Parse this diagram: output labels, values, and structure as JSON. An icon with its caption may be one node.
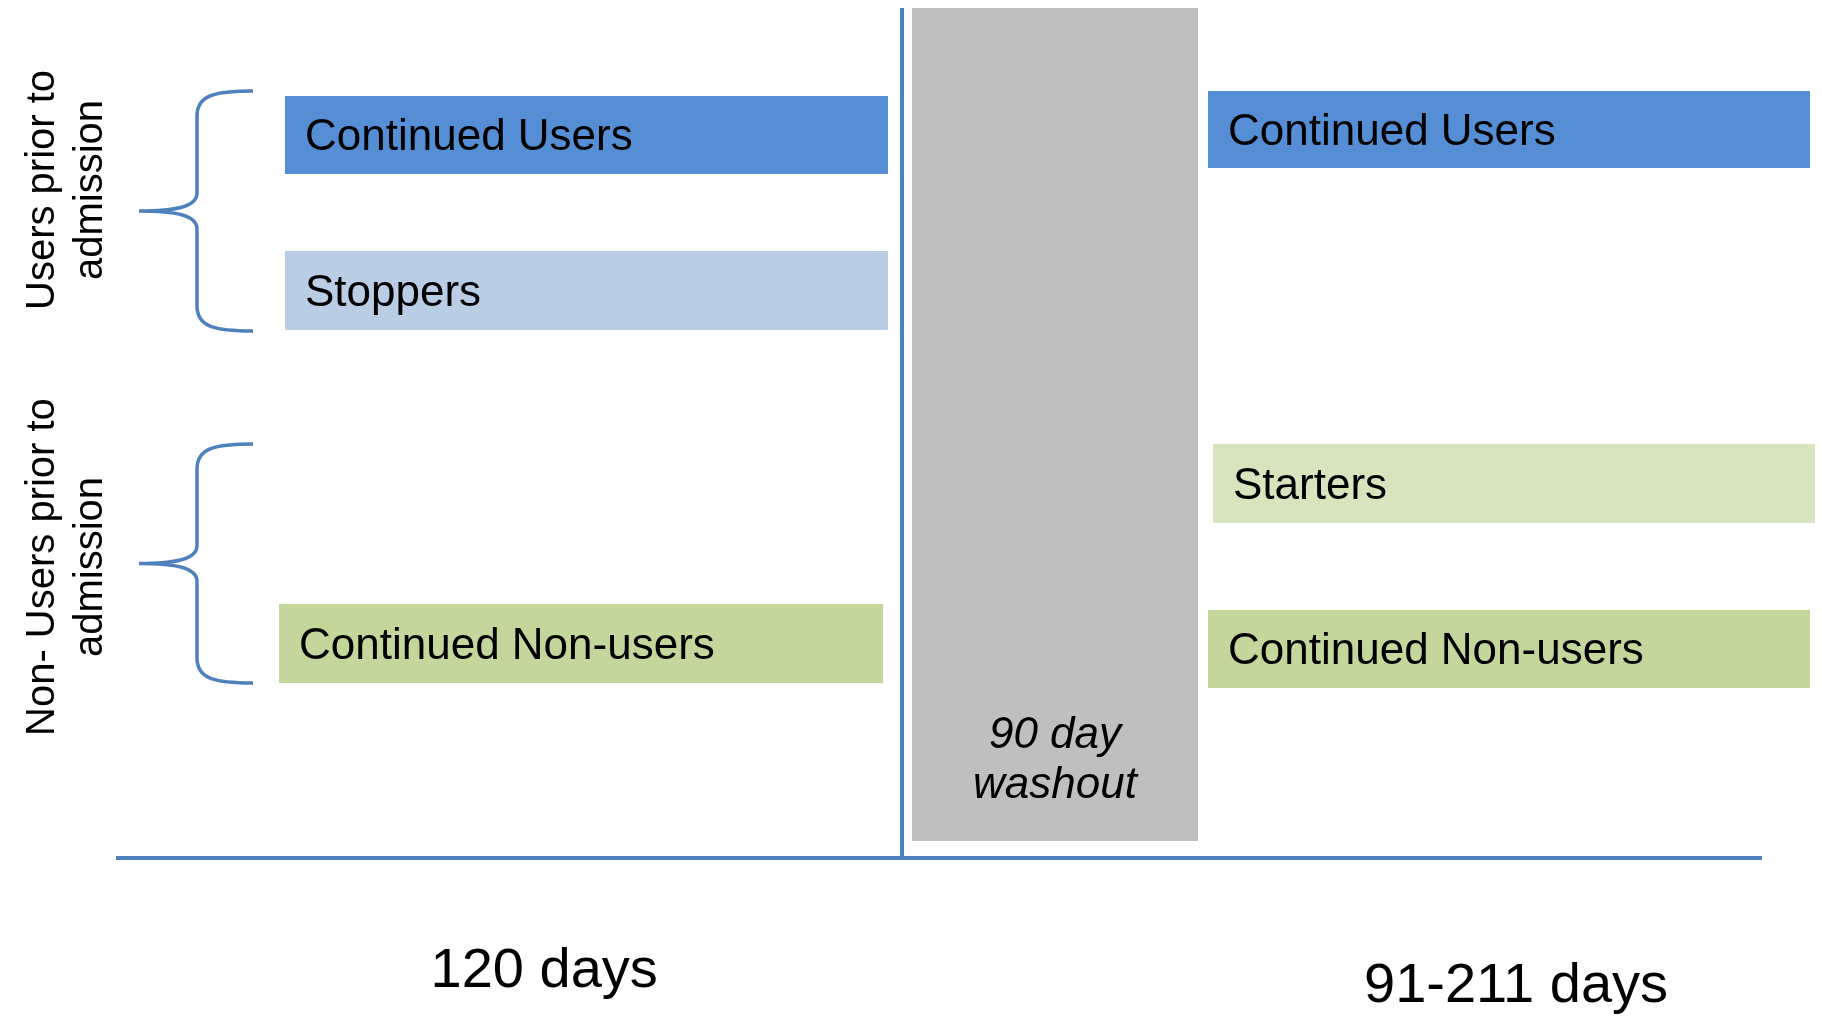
{
  "diagram": {
    "nodes": [
      {
        "text": [
          "Continued Users"
        ]
      },
      {
        "text": [
          "Stoppers"
        ]
      },
      {
        "text": [
          "Continued Non-users"
        ]
      },
      {
        "text": [
          "90 day washout"
        ]
      },
      {
        "text": [
          "Continued Users"
        ]
      },
      {
        "text": [
          "Starters"
        ]
      },
      {
        "text": [
          "Continued Non-users"
        ]
      }
    ],
    "edges": [],
    "labels": [
      "Users prior to admission",
      "Non- Users prior to admission",
      "120 days",
      "91-211 days"
    ]
  }
}
